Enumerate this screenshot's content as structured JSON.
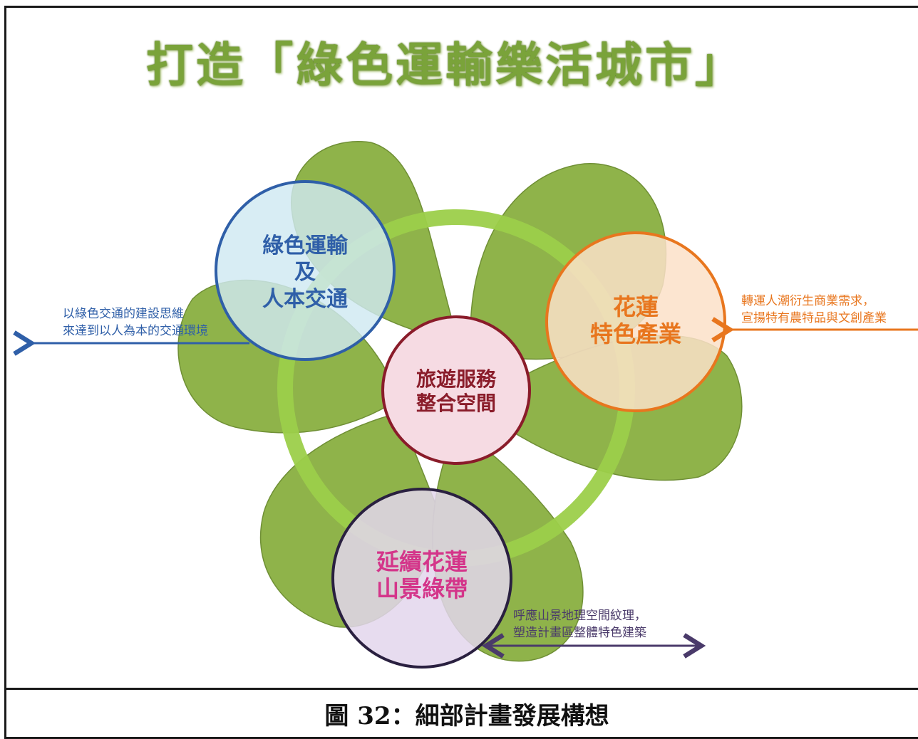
{
  "title": "打造「綠色運輸樂活城市」",
  "caption": "圖 32：細部計畫發展構想",
  "center": {
    "lines": [
      "旅遊服務",
      "整合空間"
    ]
  },
  "nodes": {
    "green_transport": {
      "lines": [
        "綠色運輸",
        "及",
        "人本交通"
      ]
    },
    "hualien_industry": {
      "lines": [
        "花蓮",
        "特色產業"
      ]
    },
    "mountain_belt": {
      "lines": [
        "延續花蓮",
        "山景綠帶"
      ]
    }
  },
  "notes": {
    "left": [
      "以綠色交通的建設思維",
      "來達到以人為本的交通環境"
    ],
    "right": [
      "轉運人潮衍生商業需求，",
      "宣揚特有農特品與文創產業"
    ],
    "bottom": [
      "呼應山景地理空間紋理，",
      "塑造計畫區整體特色建築"
    ]
  },
  "colors": {
    "leaf": "#8fb34a",
    "ring": "#9ccf4a",
    "blue": "#2f5fa8",
    "orange": "#e8761e",
    "purple": "#4a3a6a",
    "crimson": "#8a1c2a",
    "title_green": "#7aa33a"
  }
}
